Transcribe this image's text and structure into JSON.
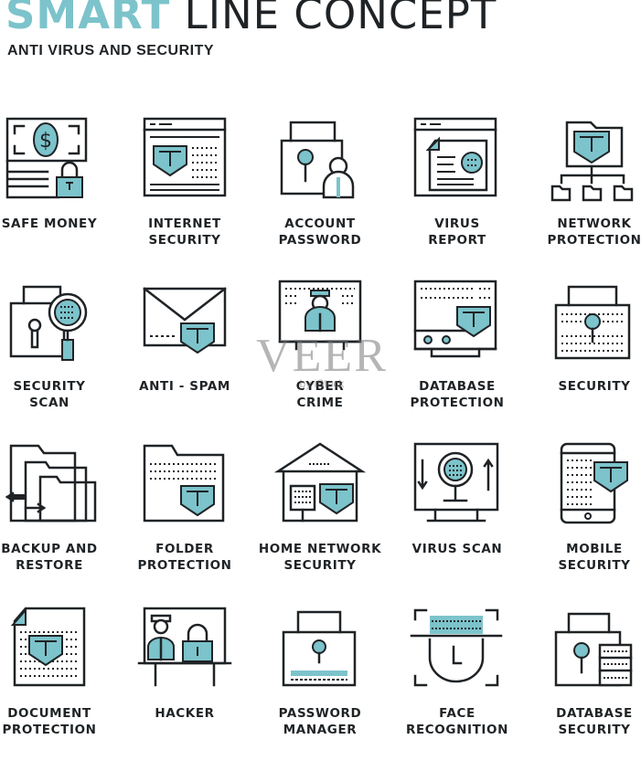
{
  "header": {
    "title_bold": "SMART",
    "title_light": "LINE CONCEPT",
    "subtitle": "ANTI VIRUS AND SECURITY"
  },
  "colors": {
    "accent": "#7cc3cb",
    "stroke": "#1f2326",
    "background": "#ffffff"
  },
  "icons": [
    {
      "label": "SAFE MONEY",
      "icon": "money-lock-icon"
    },
    {
      "label": "INTERNET\nSECURITY",
      "icon": "browser-shield-icon"
    },
    {
      "label": "ACCOUNT\nPASSWORD",
      "icon": "account-lock-icon"
    },
    {
      "label": "VIRUS\nREPORT",
      "icon": "virus-report-icon"
    },
    {
      "label": "NETWORK\nPROTECTION",
      "icon": "network-shield-icon"
    },
    {
      "label": "SECURITY\nSCAN",
      "icon": "lock-magnifier-icon"
    },
    {
      "label": "ANTI - SPAM",
      "icon": "envelope-shield-icon"
    },
    {
      "label": "CYBER\nCRIME",
      "icon": "hacker-screen-icon"
    },
    {
      "label": "DATABASE\nPROTECTION",
      "icon": "server-shield-icon"
    },
    {
      "label": "SECURITY",
      "icon": "padlock-icon"
    },
    {
      "label": "BACKUP AND\nRESTORE",
      "icon": "folder-arrows-icon"
    },
    {
      "label": "FOLDER\nPROTECTION",
      "icon": "folder-shield-icon"
    },
    {
      "label": "HOME NETWORK\nSECURITY",
      "icon": "house-shield-icon"
    },
    {
      "label": "VIRUS SCAN",
      "icon": "monitor-magnifier-icon"
    },
    {
      "label": "MOBILE\nSECURITY",
      "icon": "phone-shield-icon"
    },
    {
      "label": "DOCUMENT\nPROTECTION",
      "icon": "document-shield-icon"
    },
    {
      "label": "HACKER",
      "icon": "hacker-lock-icon"
    },
    {
      "label": "PASSWORD\nMANAGER",
      "icon": "padlock-password-icon"
    },
    {
      "label": "FACE\nRECOGNITION",
      "icon": "face-scan-icon"
    },
    {
      "label": "DATABASE\nSECURITY",
      "icon": "lock-database-icon"
    }
  ],
  "watermark": {
    "brand": "VEER",
    "sub": "by iStock"
  }
}
